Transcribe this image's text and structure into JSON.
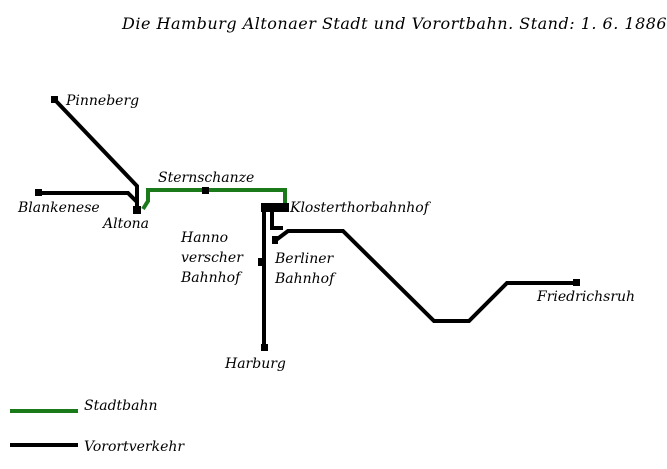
{
  "title": "Die Hamburg Altonaer Stadt und Vorortbahn. Stand: 1. 6. 1886",
  "colors": {
    "stadtbahn": "#1a7a1a",
    "vorortverkehr": "#000000",
    "background": "#ffffff"
  },
  "stations": {
    "pinneberg": "Pinneberg",
    "blankenese": "Blankenese",
    "altona": "Altona",
    "sternschanze": "Sternschanze",
    "klosterthor": "Klosterthorbahnhof",
    "hannoverscher": [
      "Hanno",
      "verscher",
      "Bahnhof"
    ],
    "berliner": [
      "Berliner",
      "Bahnhof"
    ],
    "harburg": "Harburg",
    "friedrichsruh": "Friedrichsruh"
  },
  "legend": {
    "stadtbahn": "Stadtbahn",
    "vorortverkehr": "Vorortverkehr"
  }
}
